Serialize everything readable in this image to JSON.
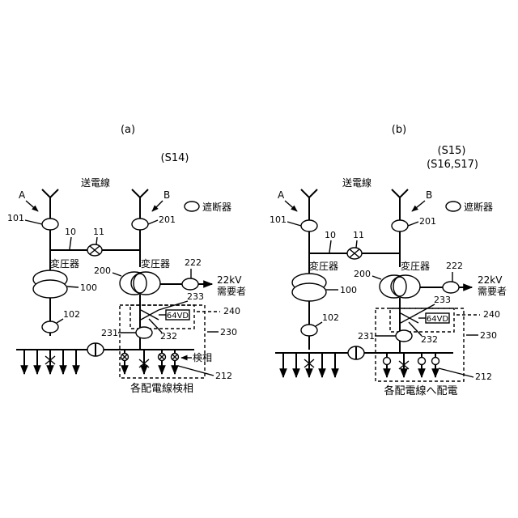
{
  "panel_a": {
    "caption": "(a)",
    "step": "(S14)",
    "transmission_line": "送電線",
    "line_a": "A",
    "line_b": "B",
    "legend_breaker": "遮断器",
    "ref_101": "101",
    "ref_10": "10",
    "ref_11": "11",
    "ref_201": "201",
    "transformer_left": "変圧器",
    "transformer_right": "変圧器",
    "ref_222": "222",
    "ref_200": "200",
    "ref_100": "100",
    "output_kv": "22kV",
    "consumer": "需要者",
    "ref_233": "233",
    "ref_240": "240",
    "relay": "64VD",
    "ref_102": "102",
    "ref_231": "231",
    "ref_232": "232",
    "ref_230": "230",
    "phase_check": "検相",
    "ref_212": "212",
    "bottom_label": "各配電線検相"
  },
  "panel_b": {
    "caption": "(b)",
    "step_1": "(S15)",
    "step_2": "(S16,S17)",
    "transmission_line": "送電線",
    "line_a": "A",
    "line_b": "B",
    "legend_breaker": "遮断器",
    "ref_101": "101",
    "ref_10": "10",
    "ref_11": "11",
    "ref_201": "201",
    "transformer_left": "変圧器",
    "transformer_right": "変圧器",
    "ref_222": "222",
    "ref_200": "200",
    "ref_100": "100",
    "output_kv": "22kV",
    "consumer": "需要者",
    "ref_233": "233",
    "ref_240": "240",
    "relay": "64VD",
    "ref_102": "102",
    "ref_231": "231",
    "ref_232": "232",
    "ref_230": "230",
    "ref_212": "212",
    "bottom_label": "各配電線へ配電"
  }
}
